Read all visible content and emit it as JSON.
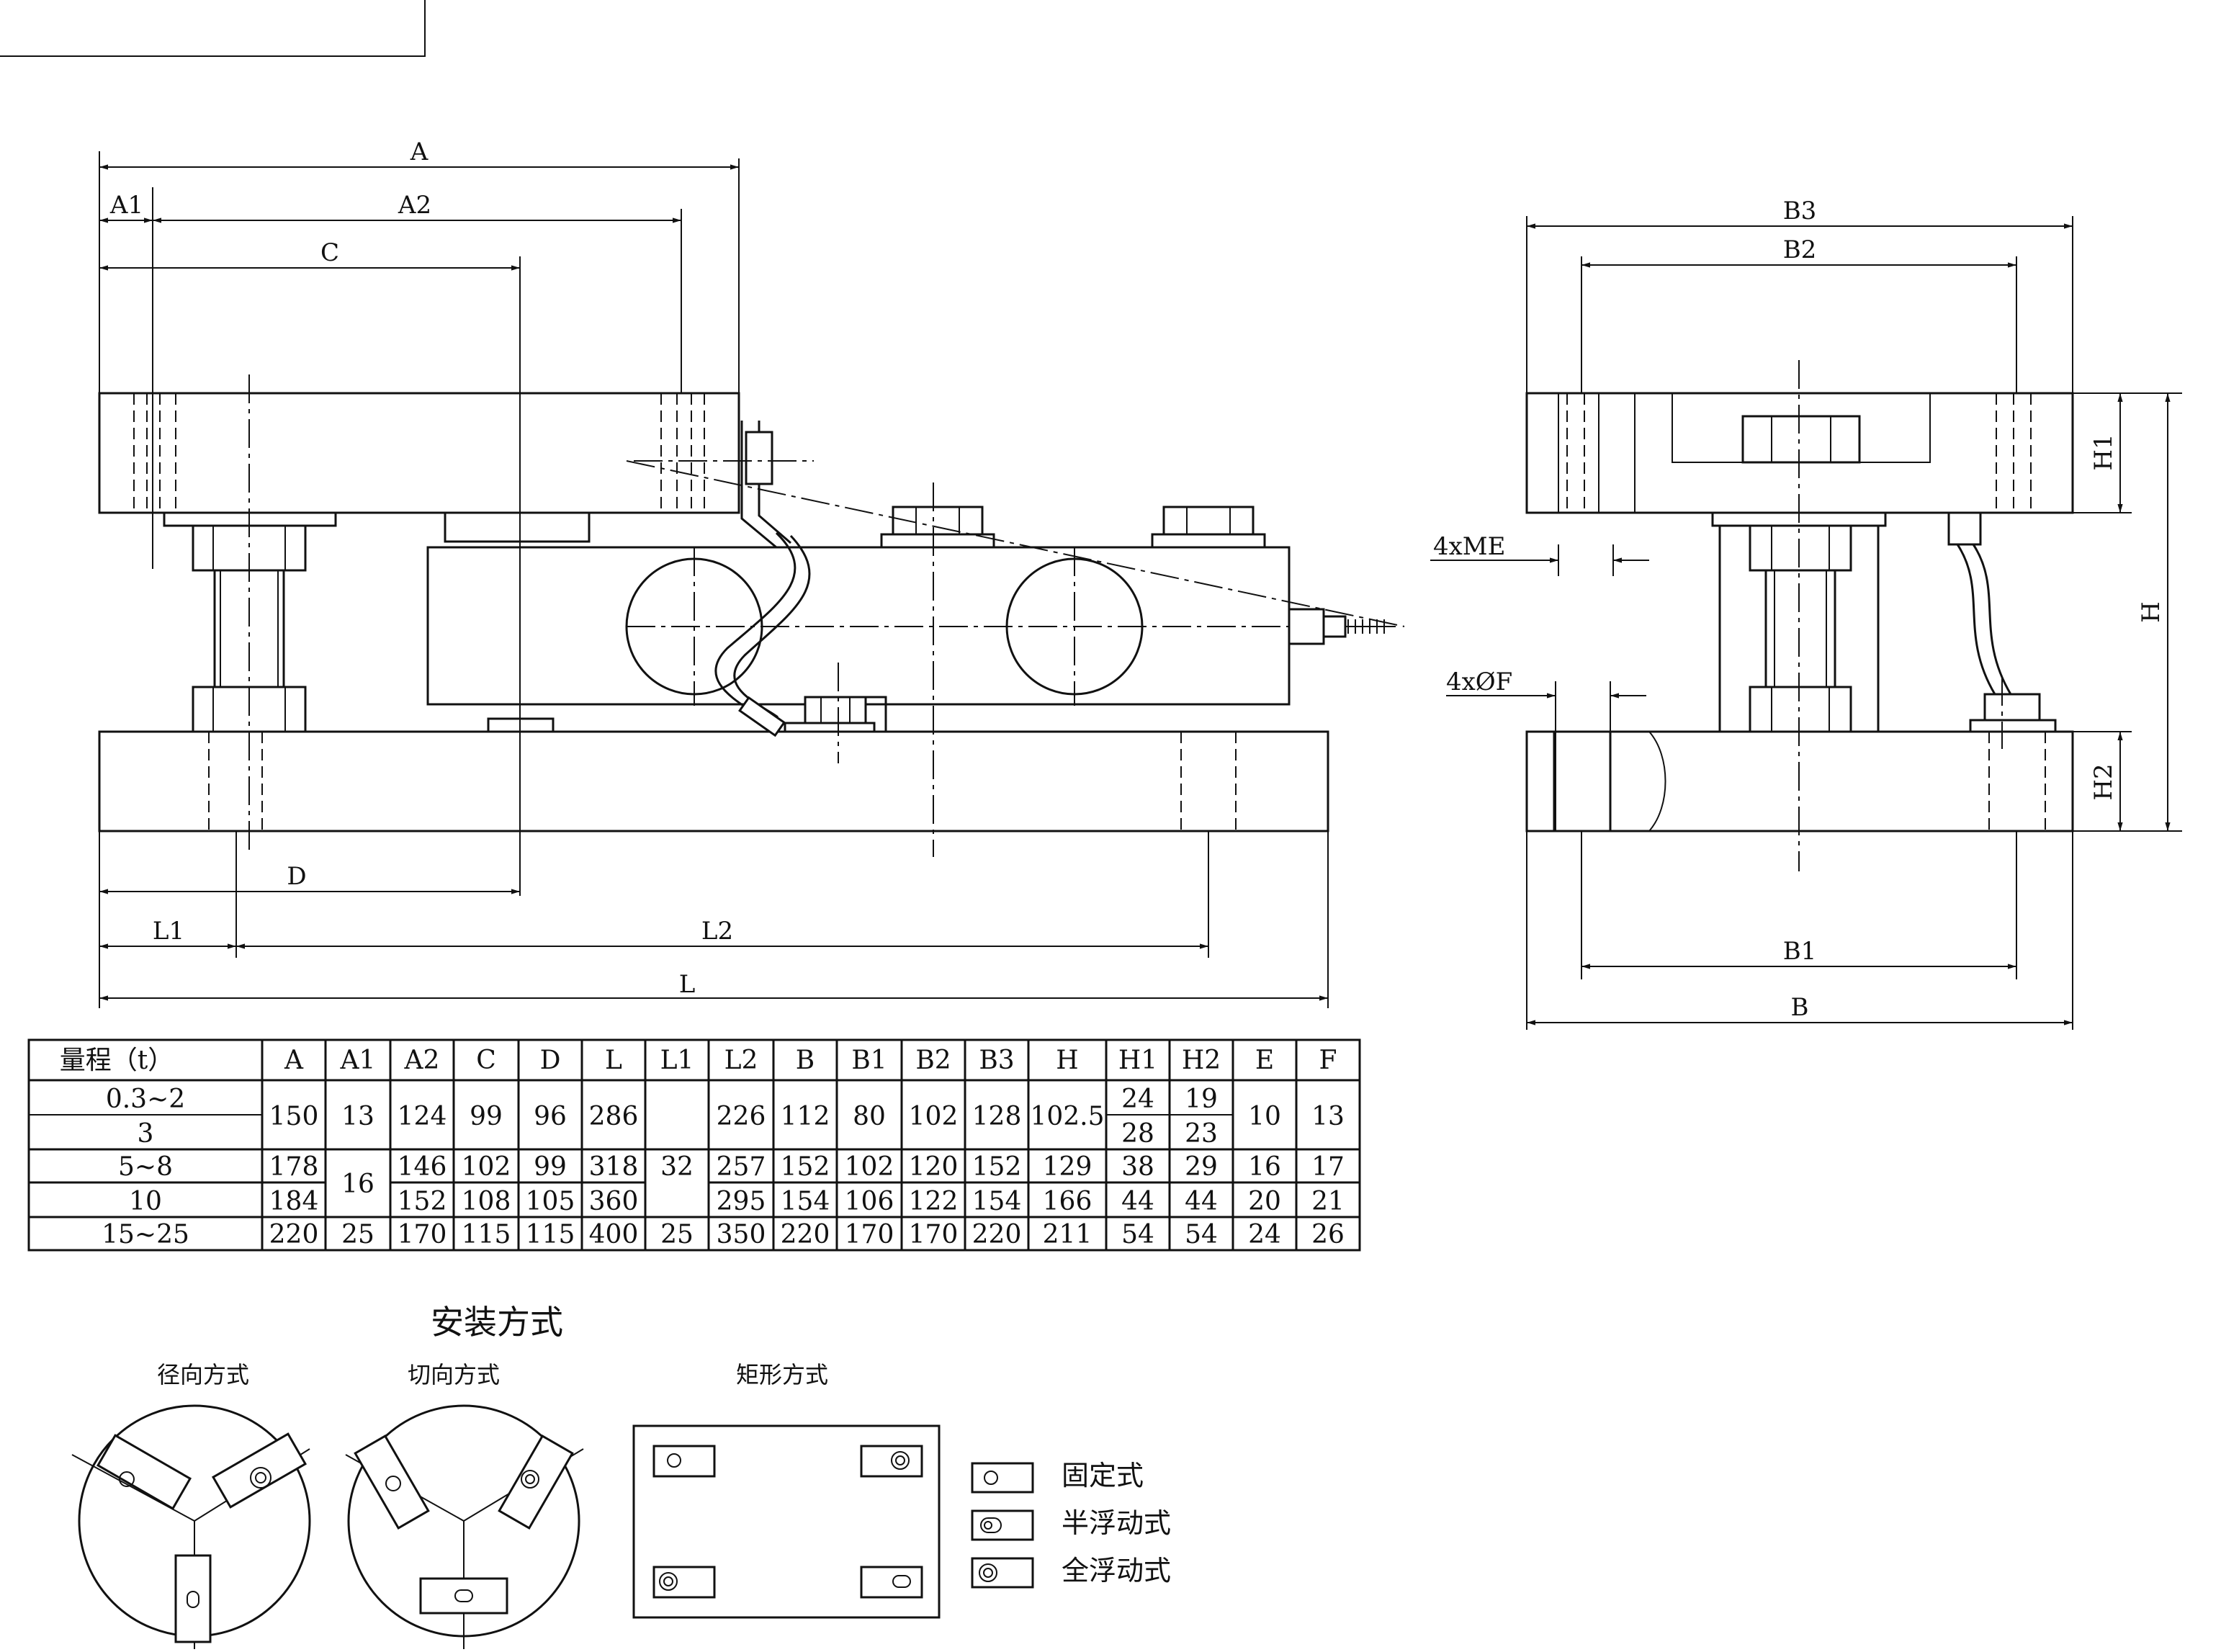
{
  "dimensions": {
    "front": [
      "A",
      "A1",
      "A2",
      "C",
      "D",
      "L1",
      "L2",
      "L"
    ],
    "side": [
      "B3",
      "B2",
      "B1",
      "B",
      "H",
      "H1",
      "H2"
    ],
    "callouts": [
      "4xME",
      "4xØF"
    ]
  },
  "spec_table": {
    "header": [
      "量程（t）",
      "A",
      "A1",
      "A2",
      "C",
      "D",
      "L",
      "L1",
      "L2",
      "B",
      "B1",
      "B2",
      "B3",
      "H",
      "H1",
      "H2",
      "E",
      "F"
    ],
    "ranges": [
      "0.3~2",
      "3",
      "5~8",
      "10",
      "15~25"
    ],
    "A": [
      "150",
      "178",
      "184",
      "220"
    ],
    "A1": [
      "13",
      "16",
      "25"
    ],
    "A2": [
      "124",
      "146",
      "152",
      "170"
    ],
    "C": [
      "99",
      "102",
      "108",
      "115"
    ],
    "D": [
      "96",
      "99",
      "105",
      "115"
    ],
    "L": [
      "286",
      "318",
      "360",
      "400"
    ],
    "L1": [
      "32",
      "25"
    ],
    "L2": [
      "226",
      "257",
      "295",
      "350"
    ],
    "B": [
      "112",
      "152",
      "154",
      "220"
    ],
    "B1": [
      "80",
      "102",
      "106",
      "170"
    ],
    "B2": [
      "102",
      "120",
      "122",
      "170"
    ],
    "B3": [
      "128",
      "152",
      "154",
      "220"
    ],
    "H": [
      "102.5",
      "129",
      "166",
      "211"
    ],
    "H1": [
      "24",
      "28",
      "38",
      "44",
      "54"
    ],
    "H2": [
      "19",
      "23",
      "29",
      "44",
      "54"
    ],
    "E": [
      "10",
      "16",
      "20",
      "24"
    ],
    "F": [
      "13",
      "17",
      "21",
      "26"
    ]
  },
  "installation": {
    "title": "安装方式",
    "methods": [
      "径向方式",
      "切向方式",
      "矩形方式"
    ]
  },
  "legend": [
    "固定式",
    "半浮动式",
    "全浮动式"
  ]
}
